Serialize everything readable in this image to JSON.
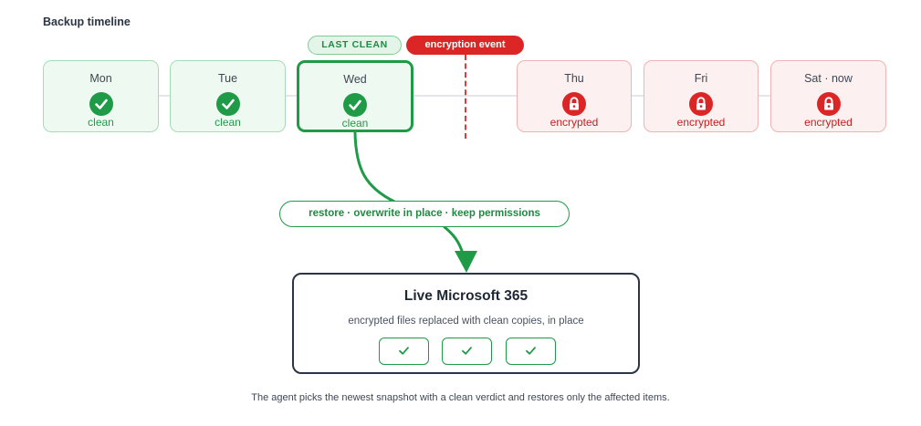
{
  "heading": "Backup timeline",
  "tags": {
    "last_clean": "LAST CLEAN",
    "encryption_event": "encryption event"
  },
  "snapshots": [
    {
      "day": "Mon",
      "status": "clean"
    },
    {
      "day": "Tue",
      "status": "clean"
    },
    {
      "day": "Wed",
      "status": "clean"
    },
    {
      "day": "Thu",
      "status": "encrypted"
    },
    {
      "day": "Fri",
      "status": "encrypted"
    },
    {
      "day": "Sat · now",
      "status": "encrypted"
    }
  ],
  "restore_label": "restore · overwrite in place · keep permissions",
  "target": {
    "title": "Live Microsoft 365",
    "subtitle": "encrypted files replaced with clean copies, in place",
    "restored_items": 3
  },
  "caption": "The agent picks the newest snapshot with a clean verdict and restores only the affected items.",
  "icons": {
    "clean": "check-icon",
    "encrypted": "lock-icon",
    "restored": "check-icon"
  },
  "colors": {
    "clean_green": "#1f9a47",
    "encrypted_red": "#dc2626",
    "box_border": "#2b3543"
  }
}
